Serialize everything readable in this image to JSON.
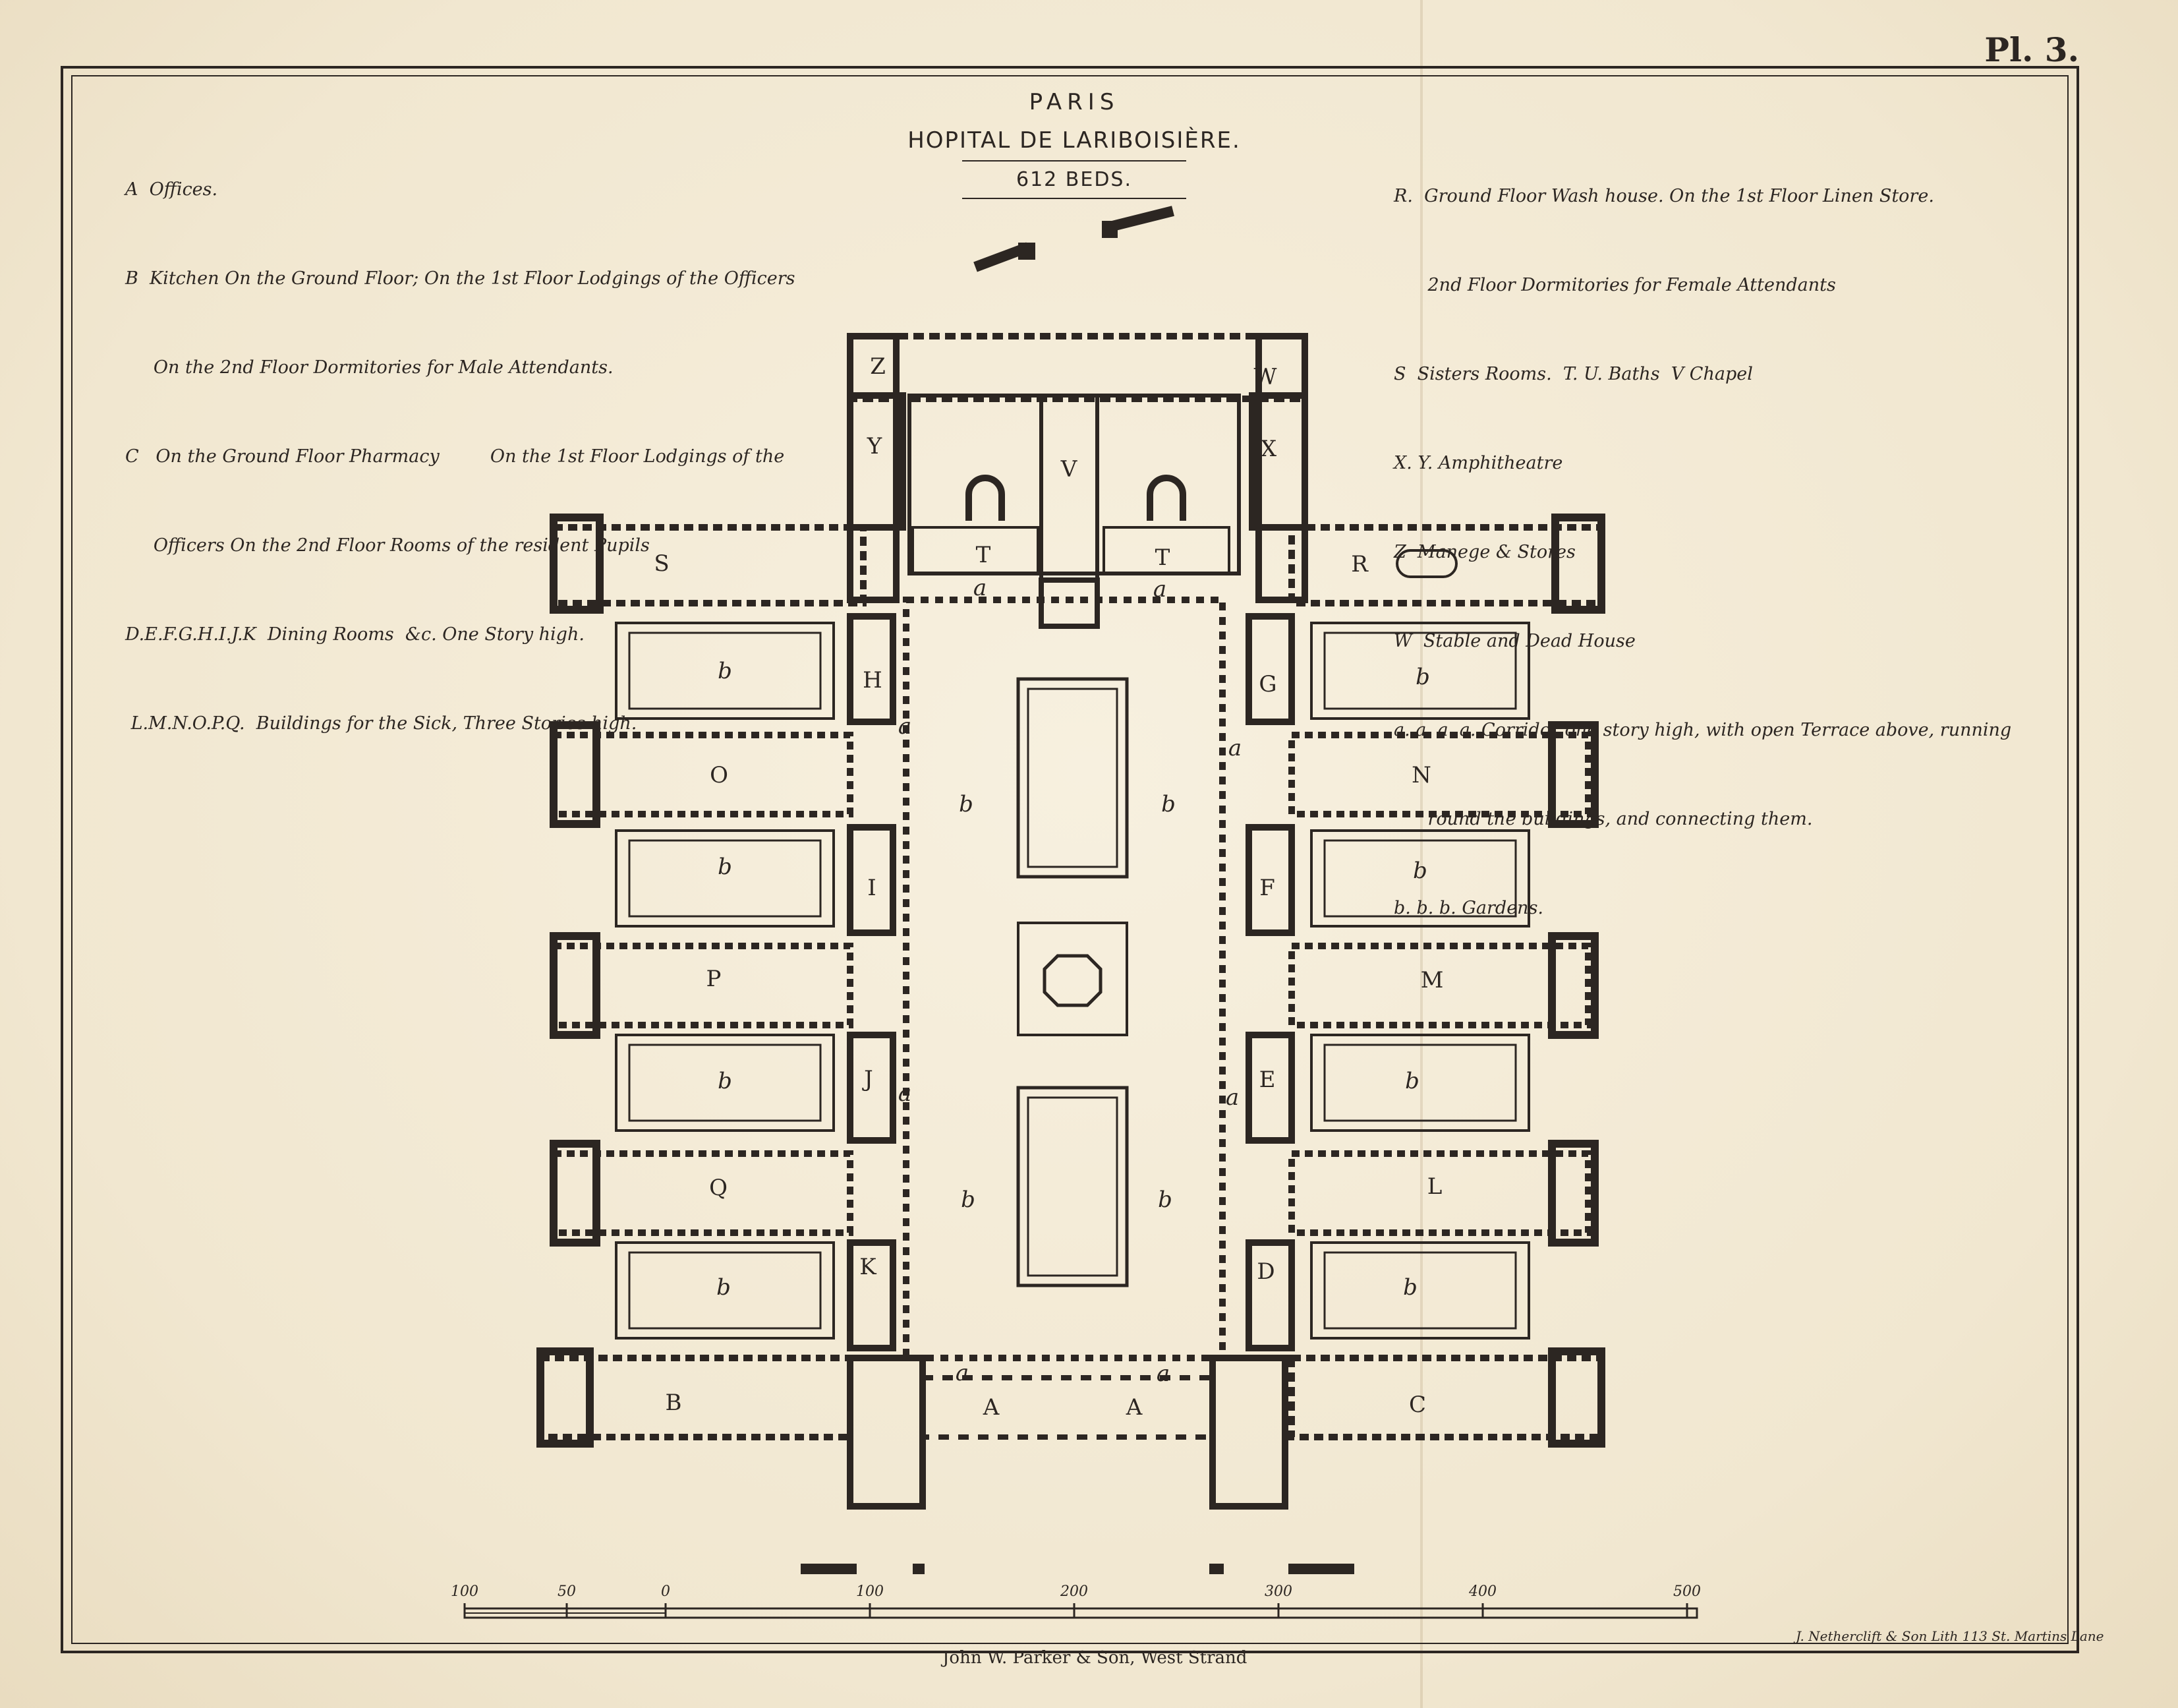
{
  "plate_number": "Pl. 3.",
  "title": {
    "city": "PARIS",
    "name": "HOPITAL DE LARIBOISIÈRE.",
    "beds": "612 BEDS."
  },
  "legend_left": [
    "A  Offices.",
    "B  Kitchen On the Ground Floor; On the 1st Floor Lodgings of the Officers",
    "     On the 2nd Floor Dormitories for Male Attendants.",
    "C   On the Ground Floor Pharmacy         On the 1st Floor Lodgings of the",
    "     Officers On the 2nd Floor Rooms of the resident Pupils",
    "D.E.F.G.H.I.J.K  Dining Rooms  &c. One Story high.",
    " L.M.N.O.P.Q.  Buildings for the Sick, Three Stories high."
  ],
  "legend_right": [
    "R.  Ground Floor Wash house. On the 1st Floor Linen Store.",
    "      2nd Floor Dormitories for Female Attendants",
    "S  Sisters Rooms.  T. U. Baths  V Chapel",
    "X. Y. Amphitheatre",
    "Z  Manege & Stores",
    "W  Stable and Dead House",
    "a. a. a. a. Corridor one story high, with open Terrace above, running",
    "      round the buildings, and connecting them.",
    "b. b. b. Gardens."
  ],
  "rooms": {
    "A1": "A",
    "A2": "A",
    "B": "B",
    "C": "C",
    "D": "D",
    "E": "E",
    "F": "F",
    "G": "G",
    "H": "H",
    "I": "I",
    "J": "J",
    "K": "K",
    "L": "L",
    "M": "M",
    "N": "N",
    "O": "O",
    "P": "P",
    "Q": "Q",
    "R": "R",
    "S": "S",
    "T1": "T",
    "T2": "T",
    "V": "V",
    "W": "W",
    "X": "X",
    "Y": "Y",
    "Z": "Z"
  },
  "corridor_label": "a",
  "garden_label": "b",
  "scale": {
    "ticks": [
      "100",
      "50",
      "0",
      "100",
      "200",
      "300",
      "400",
      "500"
    ]
  },
  "publisher": "John W. Parker & Son, West Strand",
  "engraver": "J. Netherclift & Son Lith 113 St. Martins Lane"
}
